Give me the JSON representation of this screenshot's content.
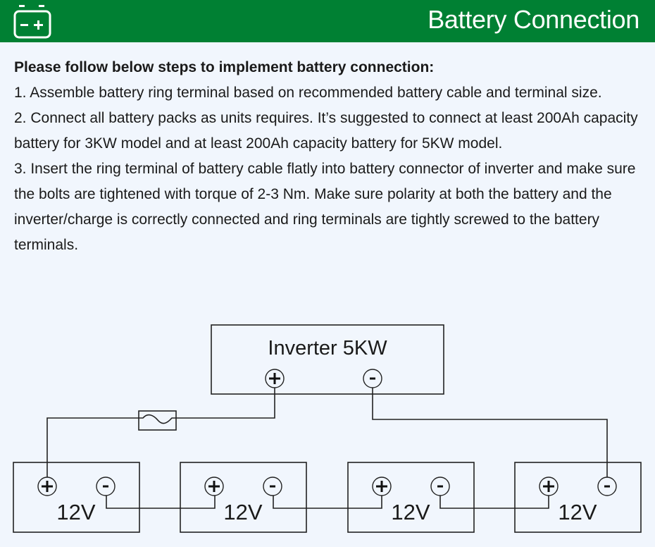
{
  "header": {
    "icon": "battery-icon",
    "title": "Battery Connection",
    "color": "#008033"
  },
  "instructions": {
    "intro": "Please follow below steps to implement battery connection:",
    "steps": [
      "1. Assemble battery ring terminal based on recommended battery cable and terminal size.",
      "2. Connect all battery packs as units requires. It’s suggested to connect at least 200Ah capacity battery for 3KW model and at least 200Ah capacity battery for 5KW model.",
      "3. Insert the ring terminal of battery cable flatly into battery connector of inverter and make sure the bolts are tightened with torque of 2-3 Nm. Make sure polarity at both the battery and the inverter/charge is correctly connected and ring terminals are tightly screwed to the battery terminals."
    ]
  },
  "diagram": {
    "inverter": {
      "label": "Inverter 5KW",
      "positive": "+",
      "negative": "-"
    },
    "fuse": "fuse-symbol",
    "batteries": [
      {
        "label": "12V",
        "positive": "+",
        "negative": "-"
      },
      {
        "label": "12V",
        "positive": "+",
        "negative": "-"
      },
      {
        "label": "12V",
        "positive": "+",
        "negative": "-"
      },
      {
        "label": "12V",
        "positive": "+",
        "negative": "-"
      }
    ],
    "wiring": "series"
  }
}
